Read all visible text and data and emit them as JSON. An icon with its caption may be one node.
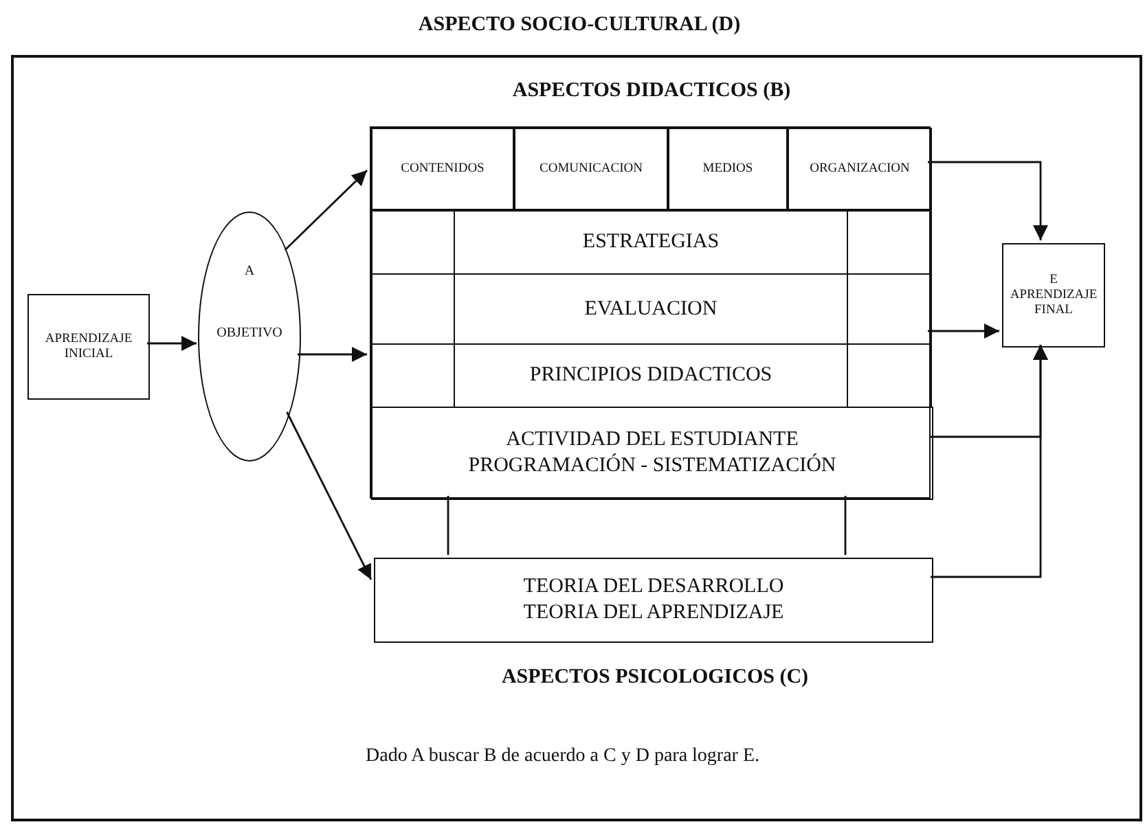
{
  "diagram": {
    "nodes": [
      {
        "text": [
          "ASPECTO SOCIO-CULTURAL (D)"
        ]
      },
      {
        "text": [
          "ASPECTOS DIDACTICOS (B)"
        ],
        "in": 0
      },
      {
        "text": [
          "CONTENIDOS"
        ],
        "in": 1
      },
      {
        "text": [
          "COMUNICACION"
        ],
        "in": 1
      },
      {
        "text": [
          "MEDIOS"
        ],
        "in": 1
      },
      {
        "text": [
          "ORGANIZACION"
        ],
        "in": 1
      },
      {
        "text": [
          "ESTRATEGIAS"
        ],
        "in": 1
      },
      {
        "text": [
          "EVALUACION"
        ],
        "in": 1
      },
      {
        "text": [
          "PRINCIPIOS DIDACTICOS"
        ],
        "in": 1
      },
      {
        "text": [
          "ACTIVIDAD DEL ESTUDIANTE",
          "PROGRAMACIÓN - SISTEMATIZACIÓN"
        ],
        "in": 1
      },
      {
        "text": [
          "APRENDIZAJE INICIAL"
        ],
        "in": 0
      },
      {
        "text": [
          "A",
          "OBJETIVO"
        ],
        "in": 0
      },
      {
        "text": [
          "E",
          "APRENDIZAJE FINAL"
        ],
        "in": 0
      },
      {
        "text": [
          "TEORIA DEL DESARROLLO",
          "TEORIA DEL APRENDIZAJE",
          "ASPECTOS PSICOLOGICOS (C)"
        ],
        "in": 0
      }
    ],
    "edges": [
      {
        "from": 10,
        "to": 11,
        "arrow": "to"
      },
      {
        "from": 11,
        "to": 2,
        "arrow": "to"
      },
      {
        "from": 11,
        "to": 8,
        "arrow": "to"
      },
      {
        "from": 11,
        "to": 13,
        "arrow": "to"
      },
      {
        "from": 5,
        "to": 12,
        "arrow": "to"
      },
      {
        "from": 7,
        "to": 12,
        "arrow": "to"
      },
      {
        "from": 9,
        "to": 12,
        "arrow": "to"
      },
      {
        "from": 13,
        "to": 12,
        "arrow": "to"
      },
      {
        "from": 9,
        "to": 13,
        "arrow": "none"
      },
      {
        "from": 9,
        "to": 13,
        "arrow": "none"
      }
    ],
    "labels": [
      "Dado A buscar B de acuerdo a C y D para lograr E."
    ]
  }
}
